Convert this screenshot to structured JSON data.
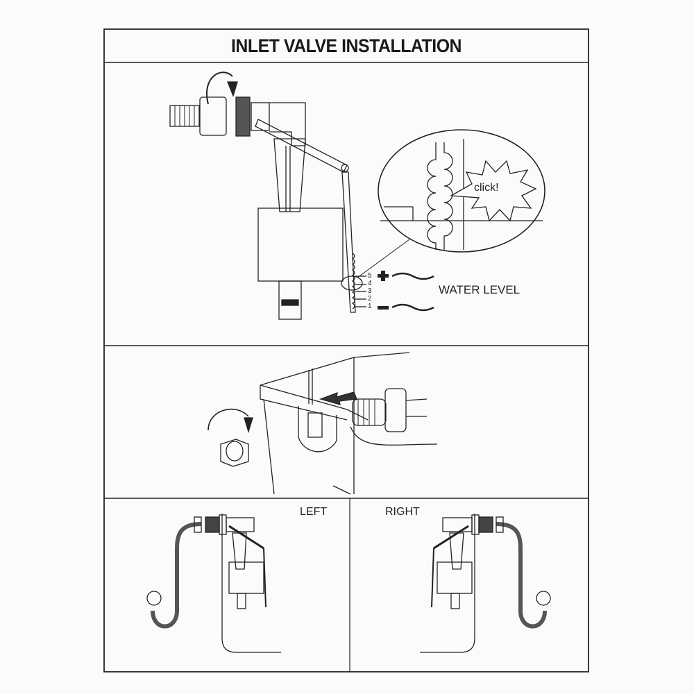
{
  "title": "INLET VALVE INSTALLATION",
  "step1": {
    "callout_text": "click!",
    "water_level_label": "WATER LEVEL",
    "plus_sign": "+",
    "minus_sign": "−",
    "scale_marks": [
      "5",
      "4",
      "3",
      "2",
      "1"
    ]
  },
  "step3": {
    "left_label": "LEFT",
    "right_label": "RIGHT"
  },
  "colors": {
    "ink": "#222222",
    "paper": "#fbfbfa"
  }
}
